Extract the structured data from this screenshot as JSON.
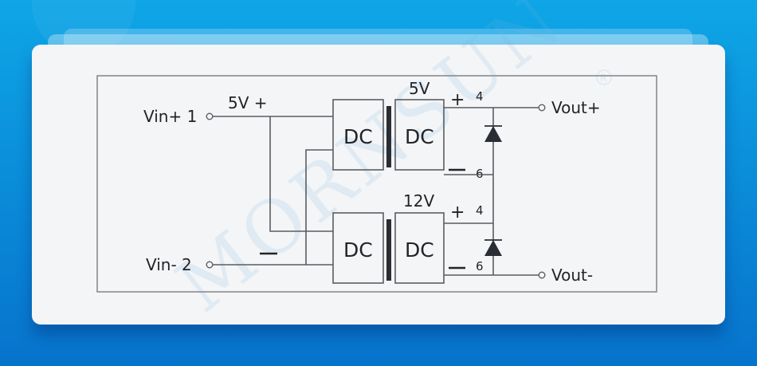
{
  "watermark": {
    "brand": "MORNSUN",
    "registered": "®"
  },
  "inputs": {
    "vin_plus": {
      "label": "Vin+ 1"
    },
    "vin_minus": {
      "label": "Vin- 2"
    },
    "input_voltage_label": "5V +",
    "input_minus_sign": "—"
  },
  "modules": [
    {
      "name": "top",
      "output_voltage": "5V",
      "input_block": "DC",
      "output_block": "DC",
      "plus_sign": "+",
      "plus_pin": "4",
      "minus_sign": "—",
      "minus_pin": "6"
    },
    {
      "name": "bottom",
      "output_voltage": "12V",
      "input_block": "DC",
      "output_block": "DC",
      "plus_sign": "+",
      "plus_pin": "4",
      "minus_sign": "—",
      "minus_pin": "6"
    }
  ],
  "outputs": {
    "vout_plus": {
      "label": "Vout+"
    },
    "vout_minus": {
      "label": "Vout-"
    }
  },
  "colors": {
    "background_top": "#0ea6e6",
    "background_bottom": "#0773cc",
    "card": "#f4f5f7",
    "wire": "#5a5d62",
    "text": "#222428"
  }
}
